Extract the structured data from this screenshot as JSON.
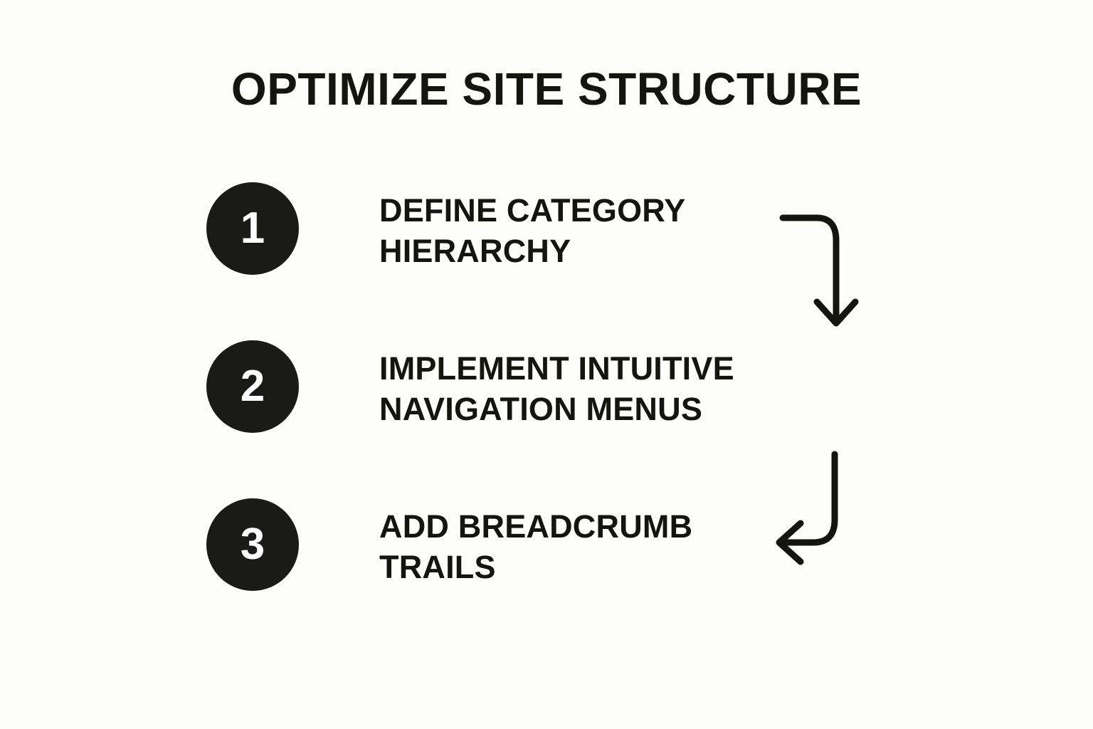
{
  "page": {
    "title": "OPTIMIZE SITE STRUCTURE",
    "background_color": "#fdfdfa",
    "ink_color": "#15150f",
    "badge_color": "#1a1a16",
    "badge_text_color": "#ffffff"
  },
  "steps": [
    {
      "number": "1",
      "label": "DEFINE CATEGORY\nHIERARCHY"
    },
    {
      "number": "2",
      "label": "IMPLEMENT INTUITIVE\nNAVIGATION MENUS"
    },
    {
      "number": "3",
      "label": "ADD BREADCRUMB\nTRAILS"
    }
  ],
  "connectors": [
    {
      "name": "arrow-step1-to-step2",
      "direction": "down",
      "shape": "right-then-down"
    },
    {
      "name": "arrow-step2-to-step3",
      "direction": "left",
      "shape": "down-then-left"
    }
  ]
}
